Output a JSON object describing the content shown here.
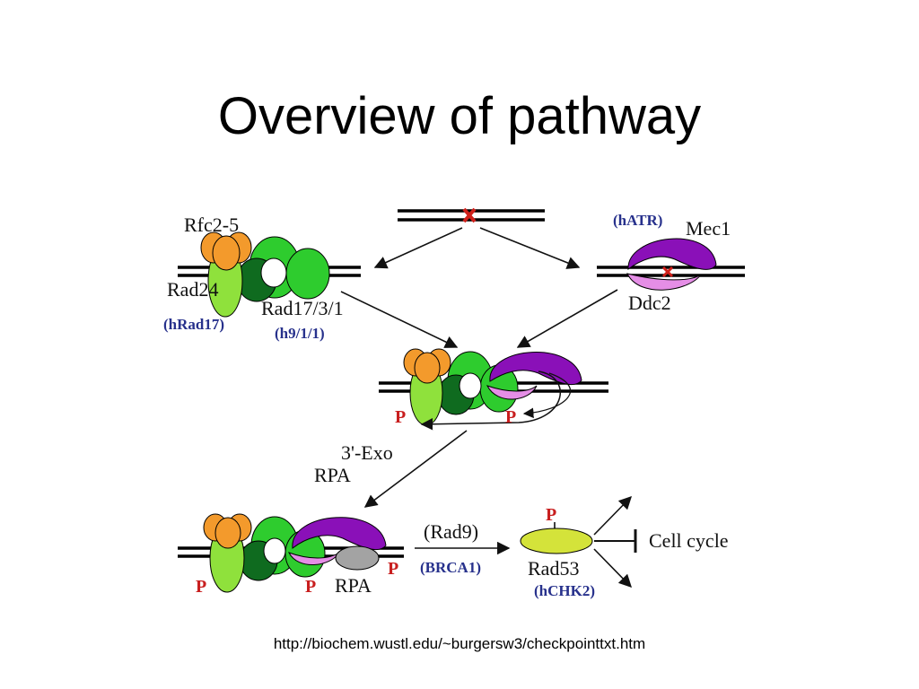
{
  "title": "Overview of pathway",
  "source_url": "http://biochem.wustl.edu/~burgersw3/checkpointtxt.htm",
  "labels": {
    "rfc": "Rfc2-5",
    "rad24": "Rad24",
    "hrad17": "(hRad17)",
    "rad1731": "Rad17/3/1",
    "h911": "(h9/1/1)",
    "hatr": "(hATR)",
    "mec1": "Mec1",
    "ddc2": "Ddc2",
    "exo": "3'-Exo",
    "rpa_left": "RPA",
    "rpa_bottom": "RPA",
    "rad9": "(Rad9)",
    "brca1": "(BRCA1)",
    "rad53": "Rad53",
    "hchk2": "(hCHK2)",
    "cell_cycle": "Cell cycle",
    "p": "P"
  },
  "colors": {
    "orange": "#f39a2c",
    "light_green": "#8fe13c",
    "green": "#2ecc2e",
    "dark_green": "#0f6b1f",
    "purple": "#8a10b8",
    "pink": "#e58ee6",
    "gray": "#a3a3a3",
    "yellow_green": "#d4e33a",
    "damage_red": "#d0201a"
  }
}
